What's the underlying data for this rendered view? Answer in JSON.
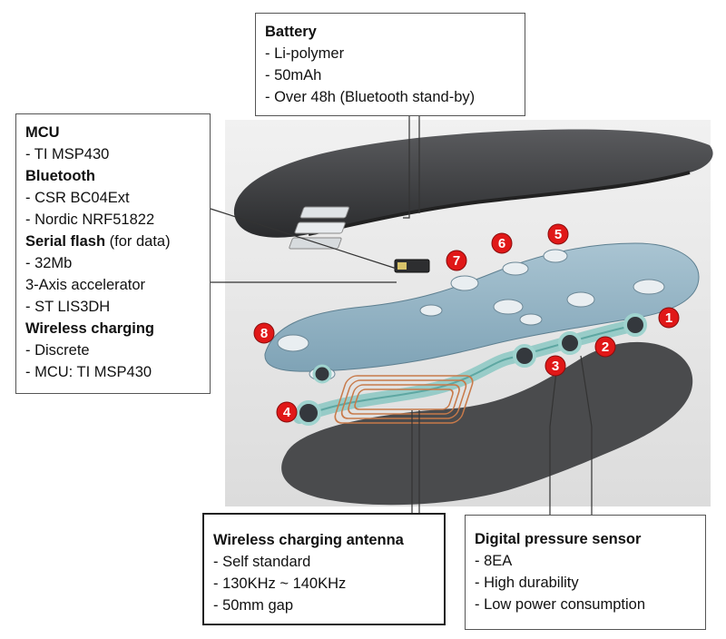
{
  "battery": {
    "title": "Battery",
    "items": [
      "- Li-polymer",
      "- 50mAh",
      "- Over 48h (Bluetooth stand-by)"
    ]
  },
  "electronics": {
    "mcu_title": "MCU",
    "mcu_items": [
      "- TI MSP430"
    ],
    "bluetooth_title": "Bluetooth",
    "bluetooth_items": [
      "- CSR BC04Ext",
      "- Nordic NRF51822"
    ],
    "flash_title": "Serial flash",
    "flash_suffix": " (for data)",
    "flash_items": [
      "- 32Mb"
    ],
    "accel_line": "3-Axis accelerator",
    "accel_items": [
      "- ST LIS3DH"
    ],
    "charging_title": "Wireless charging",
    "charging_items": [
      "- Discrete",
      "- MCU: TI MSP430"
    ]
  },
  "antenna": {
    "title": "Wireless charging antenna",
    "items": [
      "- Self standard",
      "- 130KHz ~ 140KHz",
      "- 50mm gap"
    ]
  },
  "pressure_sensor": {
    "title": "Digital pressure sensor",
    "items": [
      "- 8EA",
      "- High durability",
      "- Low power consumption"
    ]
  },
  "sensor_markers": [
    "1",
    "2",
    "3",
    "4",
    "5",
    "6",
    "7",
    "8"
  ],
  "colors": {
    "marker": "#e01818",
    "blue_layer": "#8fb1c2",
    "insole_top": "#3c3d3f",
    "bottom_layer": "#4d4e50",
    "copper_coil": "#c87a4a",
    "backdrop": "#e8e8e8"
  }
}
